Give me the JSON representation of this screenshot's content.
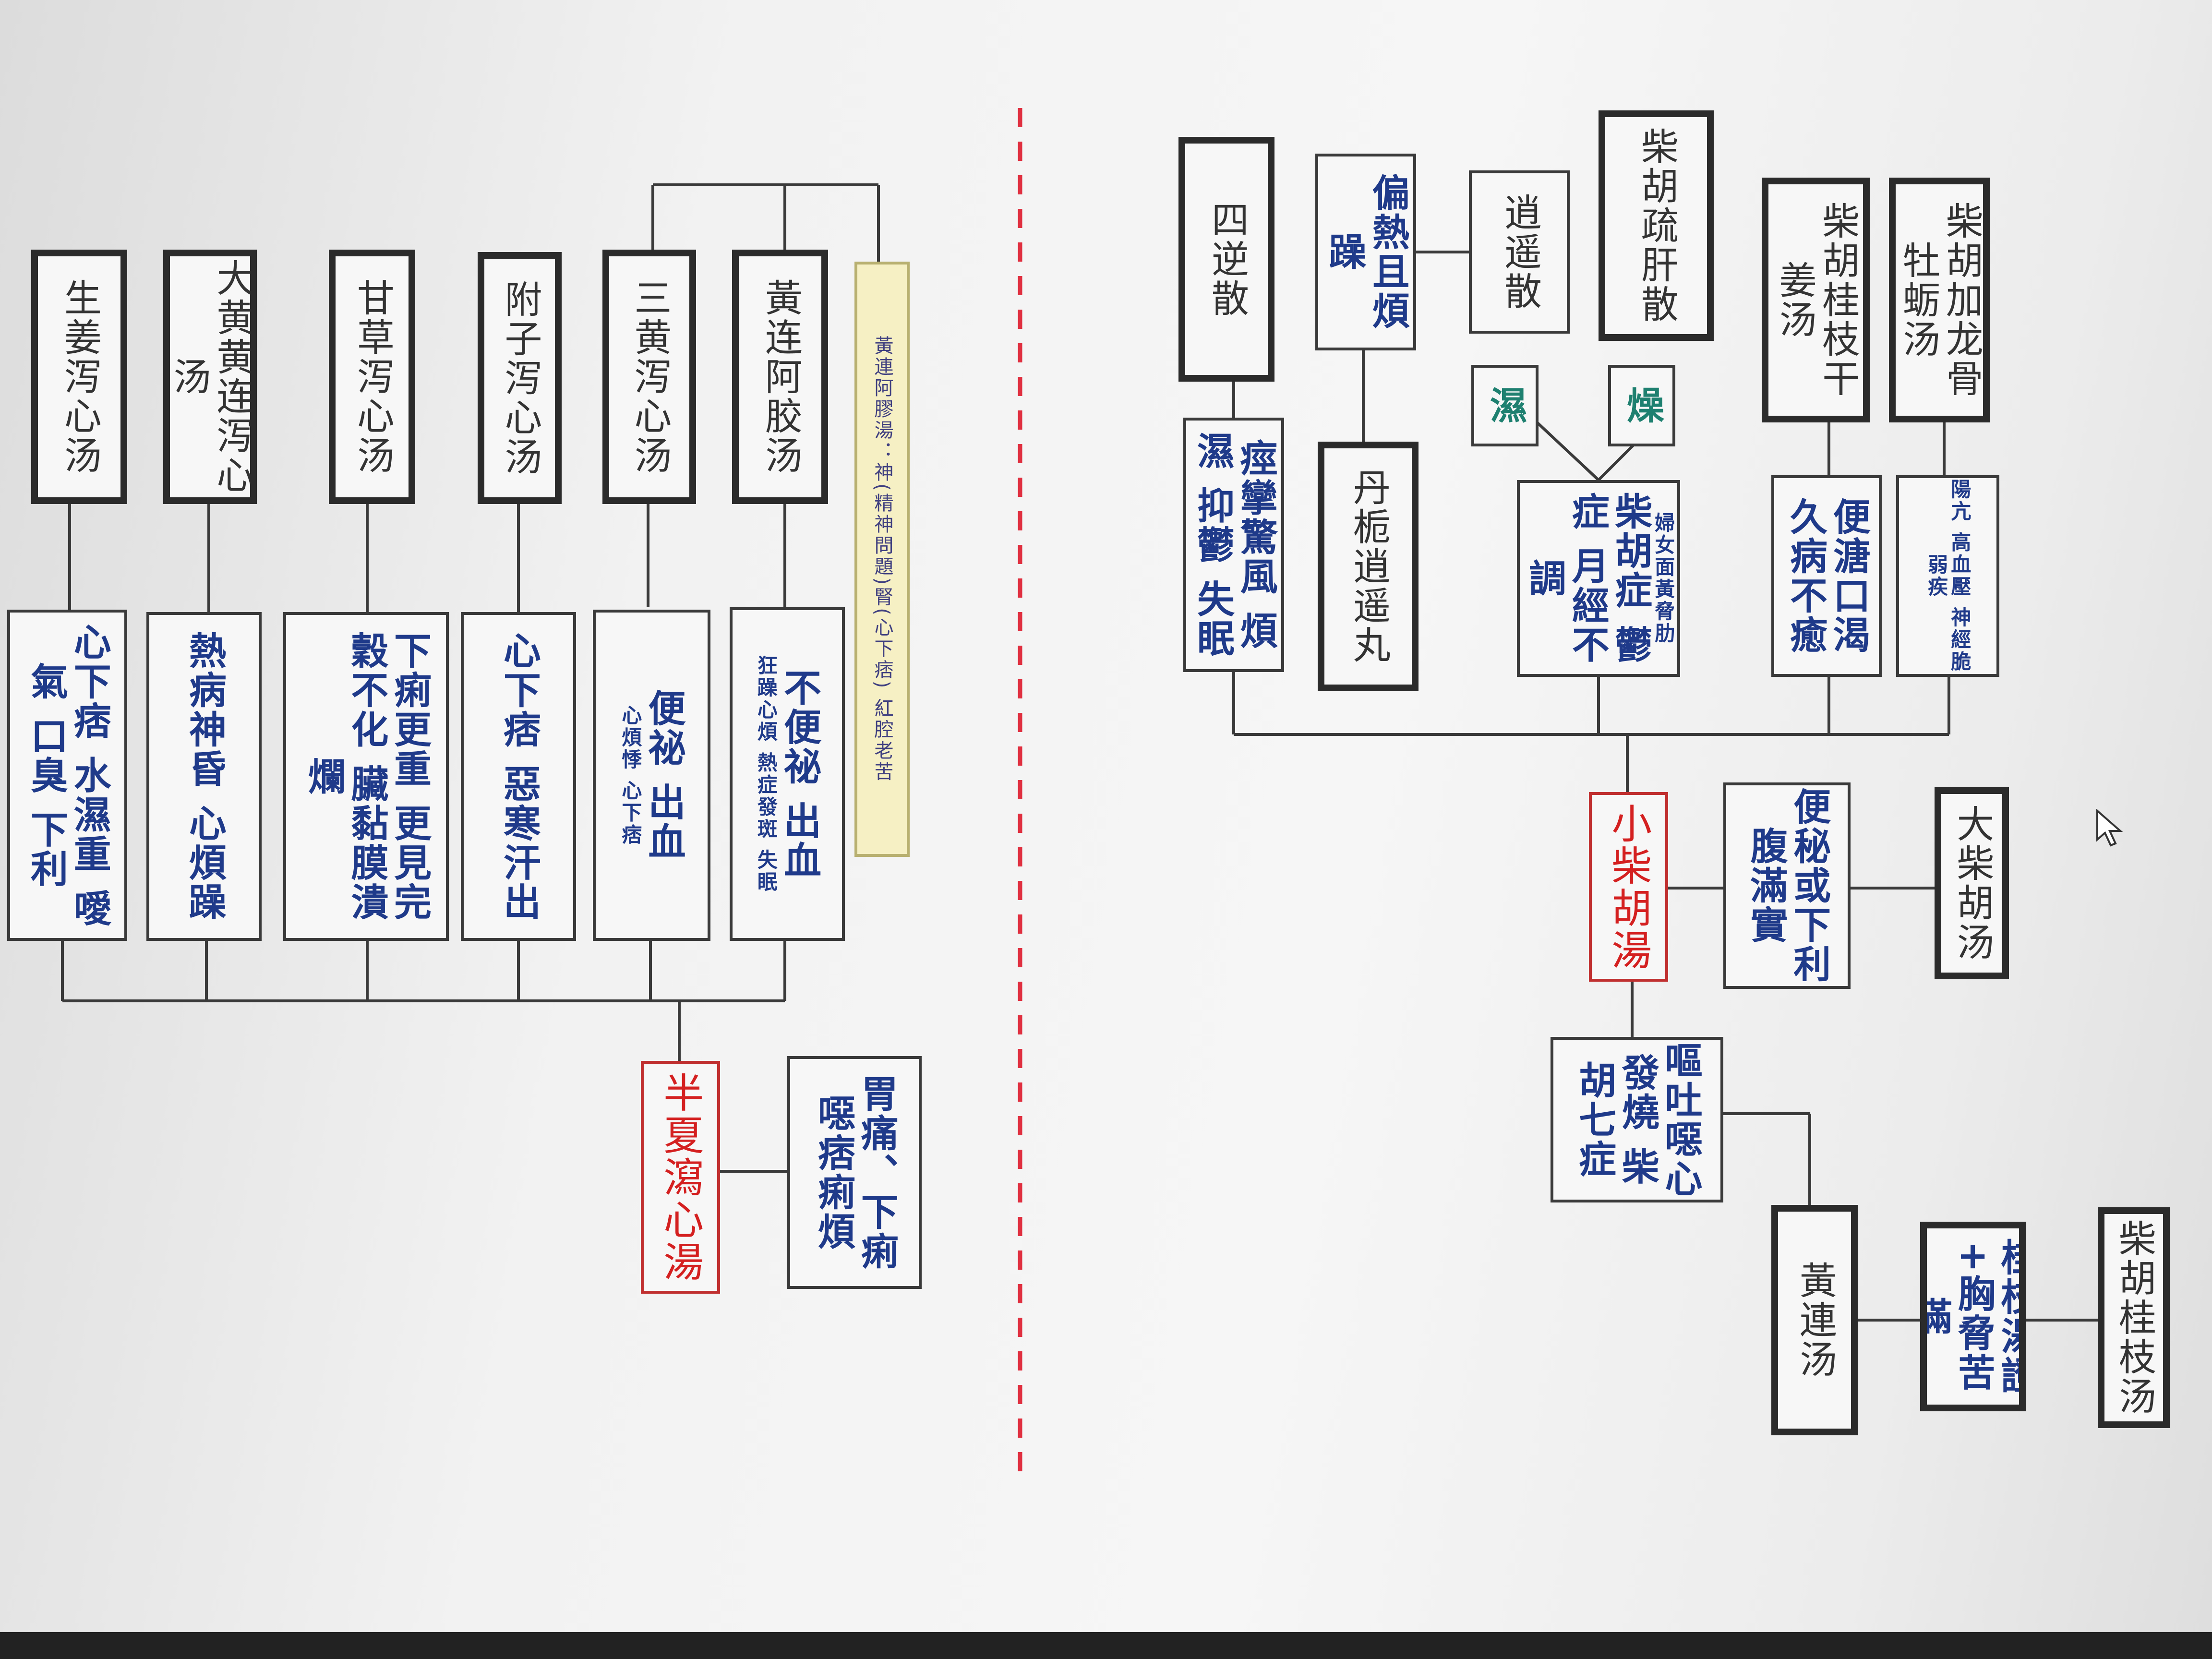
{
  "colors": {
    "accent_red": "#d42020",
    "text_blue": "#1f3a8a",
    "note_yellow": "#f6f0c4",
    "divider": "#e03040"
  },
  "diagram": {
    "xiao_chaihu": {
      "main": "小柴胡湯",
      "qizheng": "嘔吐噁心 發燒 柴胡七症",
      "huanglian": "黃連汤",
      "guizhi_tang": "桂枝湯證+胸脅苦滿",
      "chaihu_guizhi": "柴胡桂枝汤",
      "fumancao": "便秘或下利 腹滿實",
      "da_chaihu": "大柴胡汤",
      "longgu_note": "陽亢 高血壓 神經脆弱疾",
      "chaihu_longgu": "柴胡加龙骨牡蛎汤",
      "jiuxie": "便溏口渴 久病不癒",
      "guizhi_ganjiang": "柴胡桂枝干姜汤",
      "yuzheng_note": "婦女面黃脅肋",
      "yuzheng": "柴胡症 鬱症 月經不調",
      "zao": "燥",
      "shi": "濕",
      "shugan": "柴胡疏肝散",
      "xiaoyao": "逍遥散",
      "pianre": "偏熱且煩躁",
      "danzhi": "丹栀逍遥丸",
      "jingluan": "痙攣驚風 煩濕 抑鬱 失眠",
      "sini": "四逆散"
    },
    "banxia": {
      "main": "半夏瀉心湯",
      "weitong": "胃痛、下痢 噁痞痢煩",
      "ezu_note": "黃連阿膠湯：神(精神問題)腎(心下痞) 紅腔老苦",
      "budui": "不便祕 出血",
      "budui_note": "狂躁心煩 熱症發斑 失眠",
      "ejiao": "黃连阿胶汤",
      "bianmi": "便祕 出血",
      "bianmi_note": "心煩悸 心下痞",
      "sanhuang": "三黄泻心汤",
      "xinxiapi": "心下痞 惡寒汗出",
      "fuzi": "附子泻心汤",
      "xiali": "下痢更重 更見完穀不化 臟黏膜潰爛",
      "gancao": "甘草泻心汤",
      "rebing": "熱病神昏 心煩躁",
      "dahuang": "大黄黄连泻心汤",
      "shuishi": "心下痞 水濕重 噯氣 口臭 下利",
      "shengjiang": "生姜泻心汤"
    }
  }
}
